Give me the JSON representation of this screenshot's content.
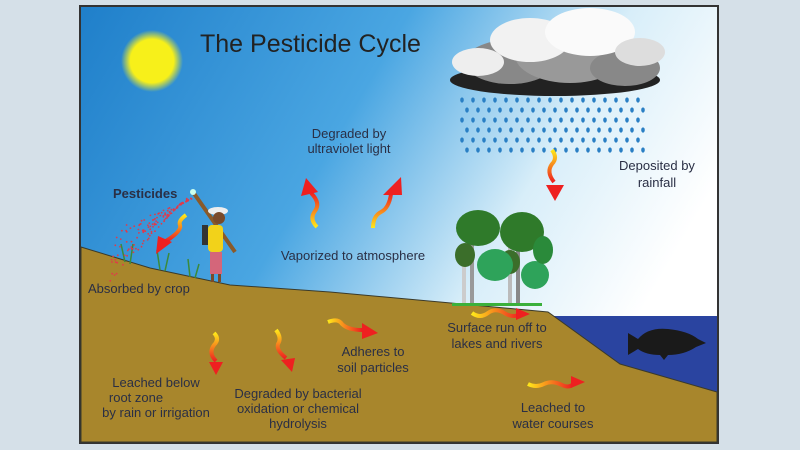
{
  "title": "The Pesticide Cycle",
  "labels": {
    "pesticides": "Pesticides",
    "uv": [
      "Degraded by",
      "ultraviolet light"
    ],
    "vaporized": "Vaporized to atmosphere",
    "absorbed": "Absorbed by crop",
    "deposited": [
      "Deposited by",
      "rainfall"
    ],
    "runoff": [
      "Surface run off to",
      "lakes and rivers"
    ],
    "adheres": [
      "Adheres to",
      "soil particles"
    ],
    "leached_below": [
      "Leached below",
      "root zone",
      "by rain or irrigation"
    ],
    "bacterial": [
      "Degraded by bacterial",
      "oxidation or chemical",
      "hydrolysis"
    ],
    "leached_water": [
      "Leached to",
      "water courses"
    ]
  },
  "colors": {
    "page_bg": "#d5e0e8",
    "sky_top": "#1f86cf",
    "soil": "#a8862c",
    "water": "#2a44a0",
    "sun": "#f5ef1a",
    "arrow_start": "#ffe51a",
    "arrow_end": "#ee2222"
  }
}
